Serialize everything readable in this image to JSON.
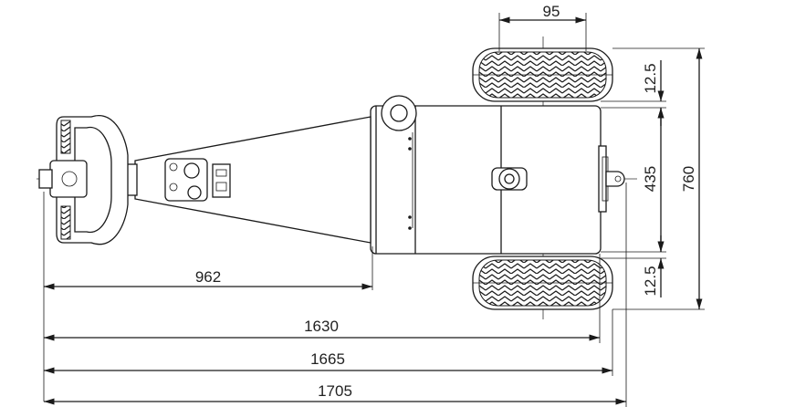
{
  "dimensions": {
    "handle_to_body": "962",
    "overall_body": "1630",
    "overall_wheels": "1665",
    "overall_hitch": "1705",
    "wheel_width": "95",
    "track_inner": "435",
    "overall_width": "760",
    "wheel_gap_top": "12.5",
    "wheel_gap_bottom": "12.5"
  },
  "colors": {
    "line": "#1a1a1a",
    "background": "#ffffff"
  }
}
